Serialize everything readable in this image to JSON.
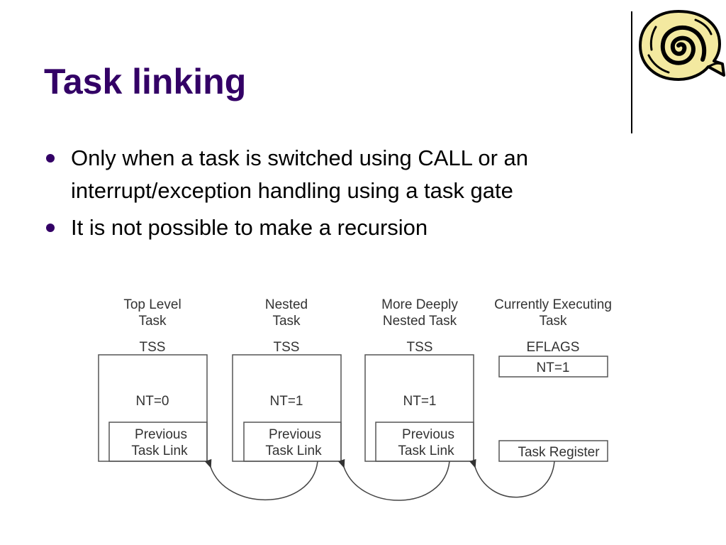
{
  "slide": {
    "title": "Task linking",
    "bullets": [
      "Only when a task is switched using CALL or an interrupt/exception handling using a task gate",
      "It is not possible to make a recursion"
    ],
    "colors": {
      "title": "#330066",
      "bullet": "#330066",
      "logo_fill": "#f3e9a0",
      "logo_stroke": "#000000"
    },
    "logo_icon": "spiral-shell-icon"
  },
  "diagram": {
    "columns": [
      {
        "heading_line1": "Top Level",
        "heading_line2": "Task",
        "structure": "TSS",
        "flag": "NT=0",
        "link_line1": "Previous",
        "link_line2": "Task Link"
      },
      {
        "heading_line1": "Nested",
        "heading_line2": "Task",
        "structure": "TSS",
        "flag": "NT=1",
        "link_line1": "Previous",
        "link_line2": "Task Link"
      },
      {
        "heading_line1": "More Deeply",
        "heading_line2": "Nested Task",
        "structure": "TSS",
        "flag": "NT=1",
        "link_line1": "Previous",
        "link_line2": "Task Link"
      }
    ],
    "current": {
      "heading_line1": "Currently Executing",
      "heading_line2": "Task",
      "structure": "EFLAGS",
      "flag": "NT=1",
      "register": "Task Register"
    }
  }
}
